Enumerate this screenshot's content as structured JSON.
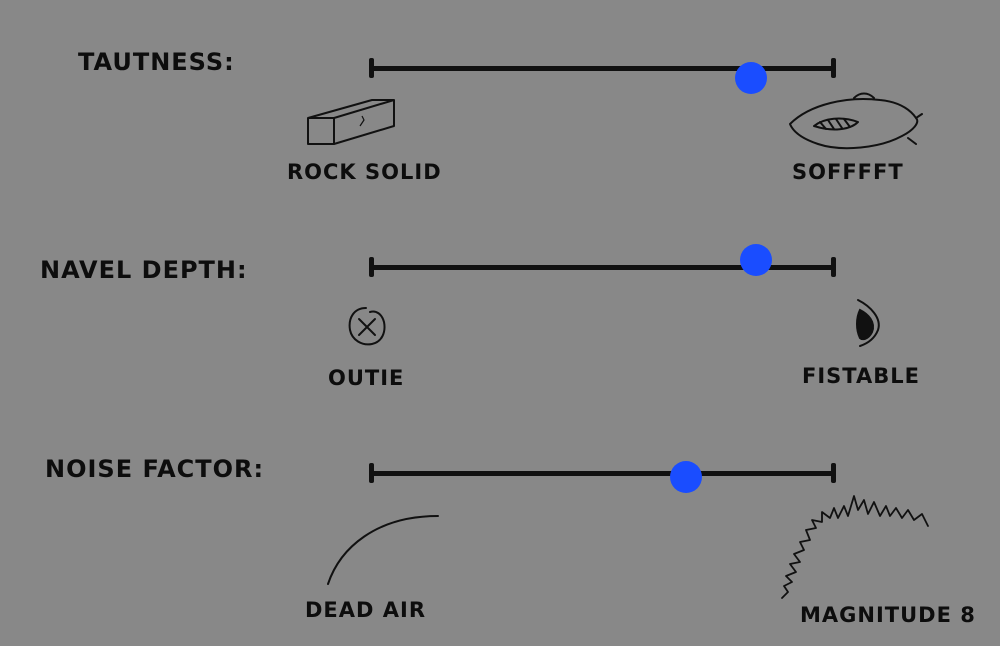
{
  "accent_color": "#1a4dff",
  "sliders": [
    {
      "name": "tautness",
      "label": "TAUTNESS:",
      "value": 0.82,
      "left_caption": "ROCK SOLID",
      "right_caption": "SOFFFFT",
      "left_icon": "brick-icon",
      "right_icon": "pillow-icon"
    },
    {
      "name": "navel-depth",
      "label": "NAVEL DEPTH:",
      "value": 0.83,
      "left_caption": "OUTIE",
      "right_caption": "FISTABLE",
      "left_icon": "outie-navel-icon",
      "right_icon": "deep-navel-icon"
    },
    {
      "name": "noise-factor",
      "label": "NOISE FACTOR:",
      "value": 0.68,
      "left_caption": "DEAD AIR",
      "right_caption": "MAGNITUDE 8",
      "left_icon": "quiet-curve-icon",
      "right_icon": "noisy-wave-icon"
    }
  ]
}
